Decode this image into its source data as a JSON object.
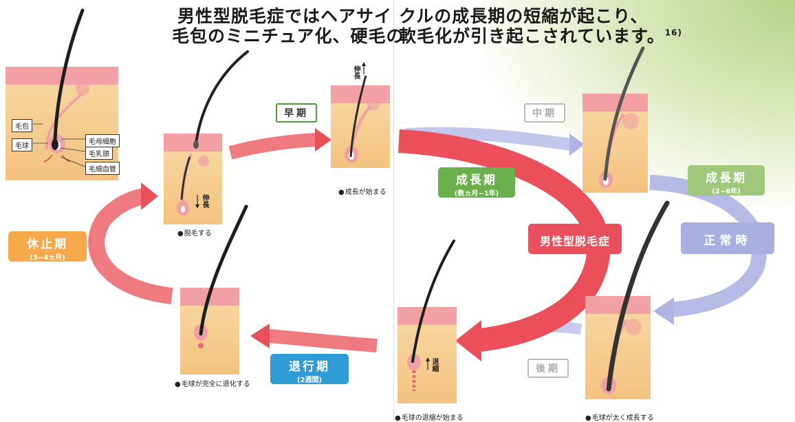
{
  "title": {
    "line1_left": "男性型脱毛症ではヘアサイ",
    "line1_right": "クルの成長期の短縮が起こり、",
    "line2_left": "毛包のミニチュア化、硬毛の",
    "line2_right": "軟毛化が引き起こされています。",
    "ref": "16)"
  },
  "anatomy": {
    "labels": [
      "毛包",
      "毛球",
      "毛母細胞",
      "毛乳頭",
      "毛細血管"
    ]
  },
  "cycle": {
    "anagen_normal": {
      "label": "成長期",
      "sub": "(2~6年)",
      "color": "#9fc87a"
    },
    "anagen_aga": {
      "label": "成長期",
      "sub": "(数ヵ月~1年)",
      "color": "#6ab04c"
    },
    "telogen": {
      "label": "休止期",
      "sub": "(3~4ヵ月)",
      "color": "#f5a94a"
    },
    "catagen": {
      "label": "退行期",
      "sub": "(2週間)",
      "color": "#2f9cd6"
    },
    "early": {
      "label": "早期"
    },
    "middle": {
      "label": "中期"
    },
    "late": {
      "label": "後期"
    },
    "aga": {
      "label": "男性型脱毛症"
    },
    "normal": {
      "label": "正常時"
    }
  },
  "captions": {
    "shedding": "脱毛する",
    "growth_start": "成長が始まる",
    "regress": "毛球が完全に退化する",
    "bulb_shrink": "毛球の退縮が始まる",
    "thicken": "毛球が太く成長する"
  },
  "vertical": {
    "grow_down": "伸長",
    "grow_up": "伸長",
    "shrink": "退縮"
  },
  "colors": {
    "red_arrow": "#ec5c68",
    "blue_arrow": "#aeb3e3",
    "aga_red": "#e8505b",
    "normal_blue": "#a8afe0"
  }
}
